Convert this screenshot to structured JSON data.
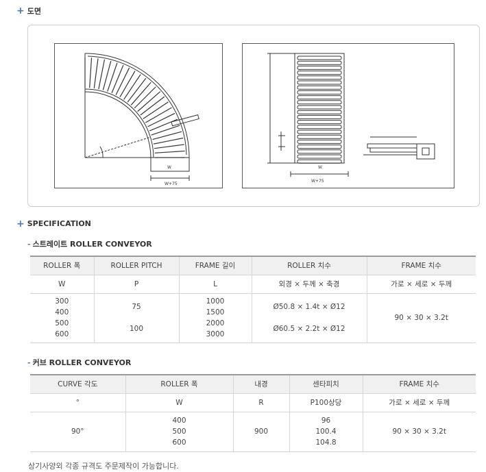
{
  "drawing_section": {
    "title": "도면"
  },
  "spec_section": {
    "title": "SPECIFICATION"
  },
  "straight": {
    "title": "스트레이트 ROLLER CONVEYOR",
    "headers": [
      "ROLLER 폭",
      "ROLLER PITCH",
      "FRAME 길이",
      "ROLLER 치수",
      "FRAME 치수"
    ],
    "units": [
      "W",
      "P",
      "L",
      "외경 × 두께 × 축경",
      "가로 × 세로 × 두께"
    ],
    "width": [
      "300",
      "400",
      "500",
      "600"
    ],
    "pitch": [
      "75",
      "100"
    ],
    "length": [
      "1000",
      "1500",
      "2000",
      "3000"
    ],
    "roller": [
      "Ø50.8 × 1.4t × Ø12",
      "Ø60.5 × 2.2t × Ø12"
    ],
    "frame": "90 × 30 × 3.2t"
  },
  "curve": {
    "title": "커브 ROLLER CONVEYOR",
    "headers": [
      "CURVE 각도",
      "ROLLER 폭",
      "내경",
      "센타피치",
      "FRAME 치수"
    ],
    "units": [
      "°",
      "W",
      "R",
      "P100상당",
      "가로 × 세로 × 두께"
    ],
    "angle": "90°",
    "width": [
      "400",
      "500",
      "600"
    ],
    "radius": "900",
    "center_pitch": [
      "96",
      "100.4",
      "104.8"
    ],
    "frame": "90 × 30 × 3.2t"
  },
  "note": "상기사양외 각종 규격도 주문제작이 가능합니다.",
  "drawings": {
    "curve_width_label": "W+75",
    "straight_width_label": "W+75",
    "roller_label": "W"
  }
}
